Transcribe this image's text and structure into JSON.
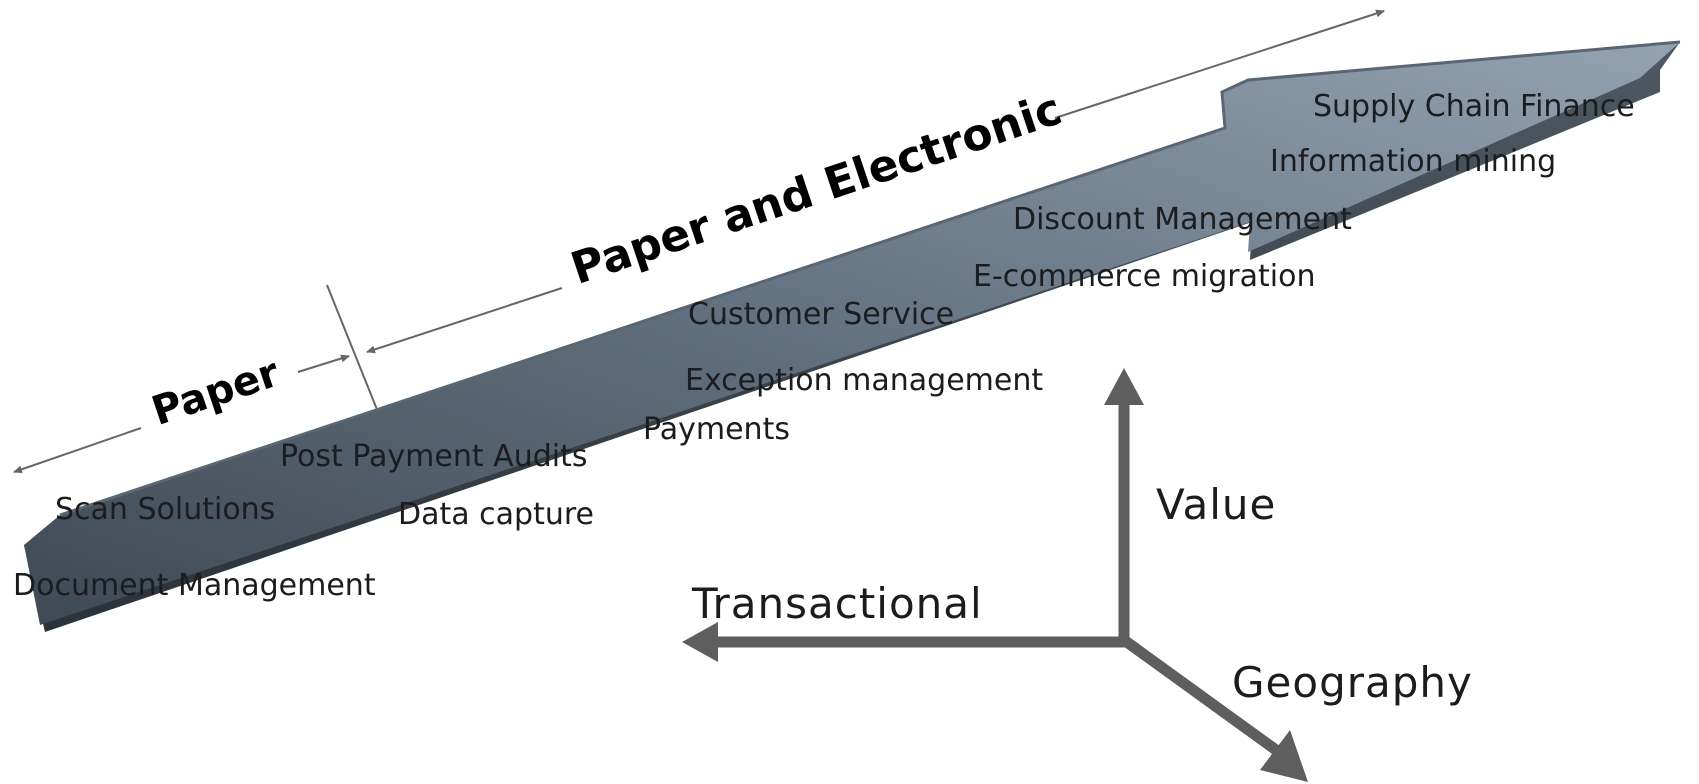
{
  "phases": {
    "paper": "Paper",
    "paper_and_electronic": "Paper and Electronic"
  },
  "steps": [
    "Document Management",
    "Scan Solutions",
    "Data capture",
    "Post Payment Audits",
    "Payments",
    "Exception management",
    "Customer Service",
    "E-commerce migration",
    "Discount Management",
    "Information mining",
    "Supply Chain Finance"
  ],
  "axes": {
    "value": "Value",
    "transactional": "Transactional",
    "geography": "Geography"
  },
  "colors": {
    "arrow_light": "#8a99a8",
    "arrow_dark": "#3a4550",
    "axis_arrow": "#5e5e5e",
    "text": "#1c1c1c"
  }
}
